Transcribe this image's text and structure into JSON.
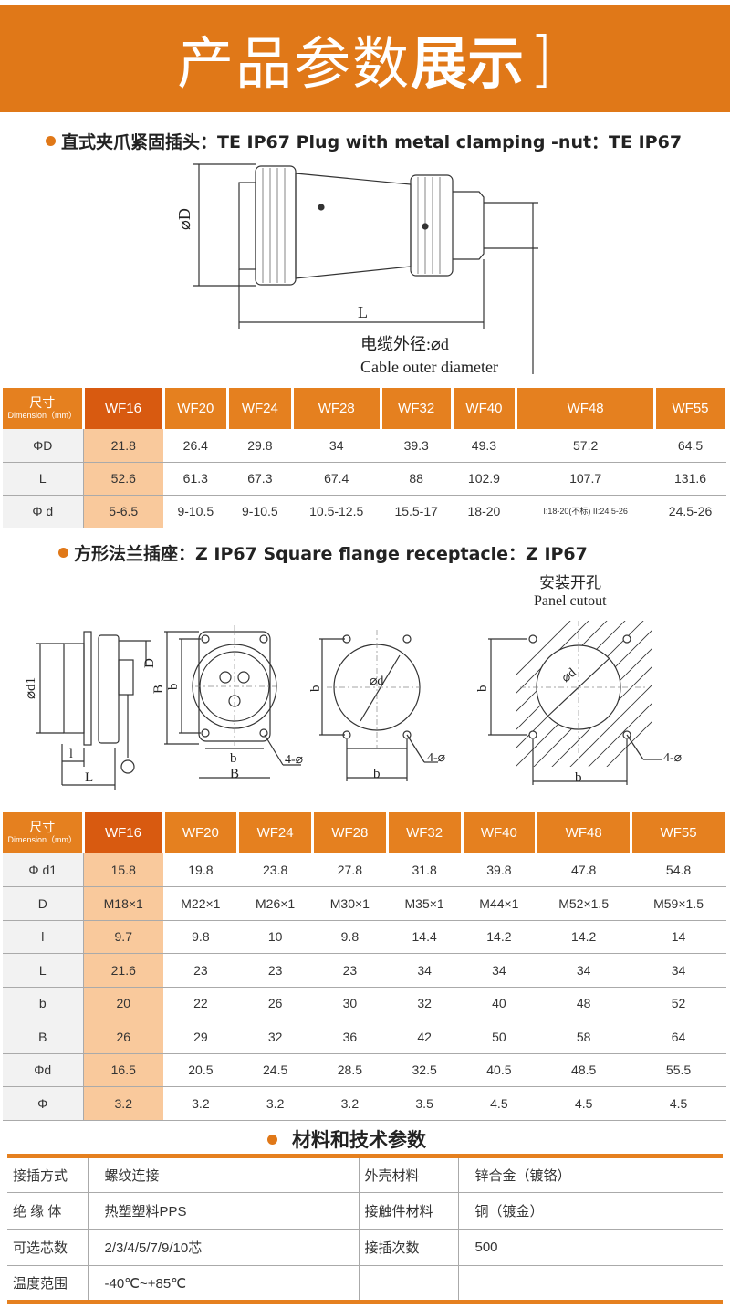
{
  "banner": {
    "title_light": "产品参数",
    "title_bold": "展示",
    "bracket": "]"
  },
  "section1": {
    "title": "直式夹爪紧固插头：TE  IP67  Plug with metal clamping -nut：TE  IP67",
    "drawing": {
      "dim_D": "⌀D",
      "dim_L": "L",
      "cable_cn": "电缆外径:⌀d",
      "cable_en": "Cable outer diameter"
    }
  },
  "table1": {
    "header_label": "尺寸",
    "header_sub": "Dimension（mm）",
    "models": [
      "WF16",
      "WF20",
      "WF24",
      "WF28",
      "WF32",
      "WF40",
      "WF48",
      "WF55"
    ],
    "rows": [
      {
        "label": "ΦD",
        "values": [
          "21.8",
          "26.4",
          "29.8",
          "34",
          "39.3",
          "49.3",
          "57.2",
          "64.5"
        ]
      },
      {
        "label": "L",
        "values": [
          "52.6",
          "61.3",
          "67.3",
          "67.4",
          "88",
          "102.9",
          "107.7",
          "131.6"
        ]
      },
      {
        "label": "Φ d",
        "values": [
          "5-6.5",
          "9-10.5",
          "9-10.5",
          "10.5-12.5",
          "15.5-17",
          "18-20",
          "I:18-20(不标) II:24.5-26",
          "24.5-26"
        ]
      }
    ]
  },
  "section2": {
    "title": "方形法兰插座：Z  IP67  Square flange receptacle：Z  IP67",
    "cutout_cn": "安装开孔",
    "cutout_en": "Panel cutout",
    "drawing": {
      "d1": "⌀d1",
      "D": "D",
      "l": "l",
      "L": "L",
      "B": "B",
      "b": "b",
      "holes": "4-⌀",
      "d": "⌀d"
    }
  },
  "table2": {
    "header_label": "尺寸",
    "header_sub": "Dimension（mm）",
    "models": [
      "WF16",
      "WF20",
      "WF24",
      "WF28",
      "WF32",
      "WF40",
      "WF48",
      "WF55"
    ],
    "rows": [
      {
        "label": "Φ d1",
        "values": [
          "15.8",
          "19.8",
          "23.8",
          "27.8",
          "31.8",
          "39.8",
          "47.8",
          "54.8"
        ]
      },
      {
        "label": "D",
        "values": [
          "M18×1",
          "M22×1",
          "M26×1",
          "M30×1",
          "M35×1",
          "M44×1",
          "M52×1.5",
          "M59×1.5"
        ]
      },
      {
        "label": "l",
        "values": [
          "9.7",
          "9.8",
          "10",
          "9.8",
          "14.4",
          "14.2",
          "14.2",
          "14"
        ]
      },
      {
        "label": "L",
        "values": [
          "21.6",
          "23",
          "23",
          "23",
          "34",
          "34",
          "34",
          "34"
        ]
      },
      {
        "label": "b",
        "values": [
          "20",
          "22",
          "26",
          "30",
          "32",
          "40",
          "48",
          "52"
        ]
      },
      {
        "label": "B",
        "values": [
          "26",
          "29",
          "32",
          "36",
          "42",
          "50",
          "58",
          "64"
        ]
      },
      {
        "label": "Φd",
        "values": [
          "16.5",
          "20.5",
          "24.5",
          "28.5",
          "32.5",
          "40.5",
          "48.5",
          "55.5"
        ]
      },
      {
        "label": "Φ",
        "values": [
          "3.2",
          "3.2",
          "3.2",
          "3.2",
          "3.5",
          "4.5",
          "4.5",
          "4.5"
        ]
      }
    ]
  },
  "section3": {
    "title": "材料和技术参数",
    "rows": [
      [
        "接插方式",
        "螺纹连接",
        "外壳材料",
        "锌合金（镀铬）"
      ],
      [
        "绝 缘 体",
        "热塑塑料PPS",
        "接触件材料",
        "铜（镀金）"
      ],
      [
        "可选芯数",
        "2/3/4/5/7/9/10芯",
        "接插次数",
        "500"
      ],
      [
        "温度范围",
        "-40℃~+85℃",
        "",
        ""
      ]
    ]
  },
  "colors": {
    "accent": "#e07818",
    "highlight_header": "#d85a10",
    "highlight_cell": "#f9c99c"
  }
}
